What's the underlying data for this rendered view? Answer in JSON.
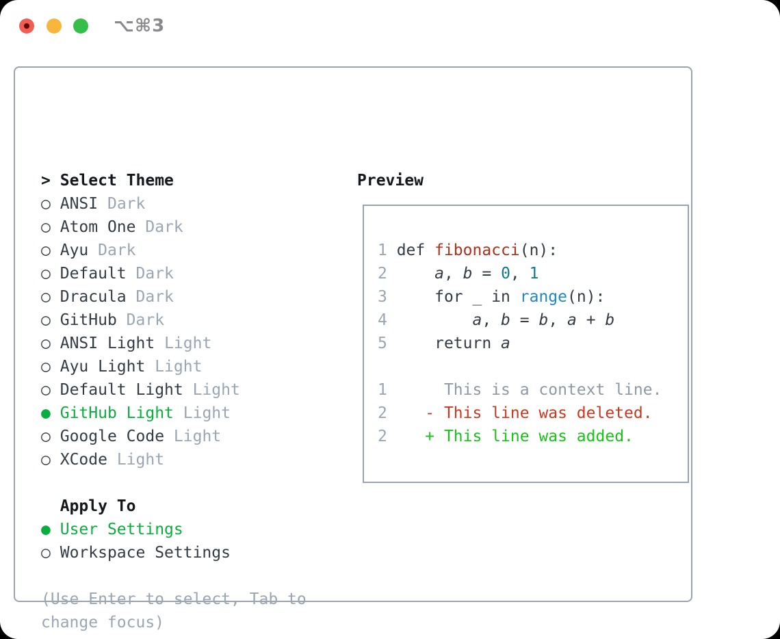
{
  "window": {
    "title": "⌥⌘3",
    "traffic_lights": [
      "close",
      "minimize",
      "zoom"
    ]
  },
  "colors": {
    "accent_green": "#0BAD3F",
    "diff_added_green": "#18C218",
    "diff_deleted_red": "#C9381F",
    "function_red": "#A6341F",
    "builtin_blue": "#1E88C7",
    "number_teal": "#0E7C82",
    "muted_gray": "#9AA6B2",
    "text_dark": "#333B44",
    "border_gray": "#9AA3AD"
  },
  "theme_panel": {
    "heading_prefix": ">",
    "heading": "Select Theme",
    "bullet_selected": "●",
    "bullet_unselected": "○",
    "themes": [
      {
        "name": "ANSI",
        "variant": "Dark",
        "selected": false
      },
      {
        "name": "Atom One",
        "variant": "Dark",
        "selected": false
      },
      {
        "name": "Ayu",
        "variant": "Dark",
        "selected": false
      },
      {
        "name": "Default",
        "variant": "Dark",
        "selected": false
      },
      {
        "name": "Dracula",
        "variant": "Dark",
        "selected": false
      },
      {
        "name": "GitHub",
        "variant": "Dark",
        "selected": false
      },
      {
        "name": "ANSI Light",
        "variant": "Light",
        "selected": false
      },
      {
        "name": "Ayu Light",
        "variant": "Light",
        "selected": false
      },
      {
        "name": "Default Light",
        "variant": "Light",
        "selected": false
      },
      {
        "name": "GitHub Light",
        "variant": "Light",
        "selected": true
      },
      {
        "name": "Google Code",
        "variant": "Light",
        "selected": false
      },
      {
        "name": "XCode",
        "variant": "Light",
        "selected": false
      }
    ],
    "apply_heading": "Apply To",
    "apply_options": [
      {
        "name": "User Settings",
        "selected": true
      },
      {
        "name": "Workspace Settings",
        "selected": false
      }
    ],
    "hint_lines": [
      "(Use Enter to select, Tab to",
      "change focus)"
    ]
  },
  "preview": {
    "heading": "Preview",
    "code_lines": [
      {
        "num": "1",
        "tokens": [
          {
            "t": "def ",
            "s": "keyword"
          },
          {
            "t": "fibonacci",
            "s": "function"
          },
          {
            "t": "(n):",
            "s": "plain"
          }
        ]
      },
      {
        "num": "2",
        "tokens": [
          {
            "t": "    ",
            "s": "plain"
          },
          {
            "t": "a",
            "s": "variable"
          },
          {
            "t": ", ",
            "s": "plain"
          },
          {
            "t": "b",
            "s": "variable"
          },
          {
            "t": " = ",
            "s": "plain"
          },
          {
            "t": "0",
            "s": "number"
          },
          {
            "t": ", ",
            "s": "plain"
          },
          {
            "t": "1",
            "s": "number"
          }
        ]
      },
      {
        "num": "3",
        "tokens": [
          {
            "t": "    ",
            "s": "plain"
          },
          {
            "t": "for",
            "s": "keyword"
          },
          {
            "t": " _ ",
            "s": "plain"
          },
          {
            "t": "in",
            "s": "keyword"
          },
          {
            "t": " ",
            "s": "plain"
          },
          {
            "t": "range",
            "s": "builtin"
          },
          {
            "t": "(n):",
            "s": "plain"
          }
        ]
      },
      {
        "num": "4",
        "tokens": [
          {
            "t": "        ",
            "s": "plain"
          },
          {
            "t": "a",
            "s": "variable"
          },
          {
            "t": ", ",
            "s": "plain"
          },
          {
            "t": "b",
            "s": "variable"
          },
          {
            "t": " = ",
            "s": "plain"
          },
          {
            "t": "b",
            "s": "variable"
          },
          {
            "t": ", ",
            "s": "plain"
          },
          {
            "t": "a",
            "s": "variable"
          },
          {
            "t": " + ",
            "s": "plain"
          },
          {
            "t": "b",
            "s": "variable"
          }
        ]
      },
      {
        "num": "5",
        "tokens": [
          {
            "t": "    ",
            "s": "plain"
          },
          {
            "t": "return",
            "s": "keyword"
          },
          {
            "t": " ",
            "s": "plain"
          },
          {
            "t": "a",
            "s": "variable"
          }
        ]
      }
    ],
    "diff_lines": [
      {
        "num": "1",
        "text": "     This is a context line.",
        "s": "context"
      },
      {
        "num": "2",
        "text": "   - This line was deleted.",
        "s": "deleted"
      },
      {
        "num": "2",
        "text": "   + This line was added.",
        "s": "added"
      }
    ]
  }
}
